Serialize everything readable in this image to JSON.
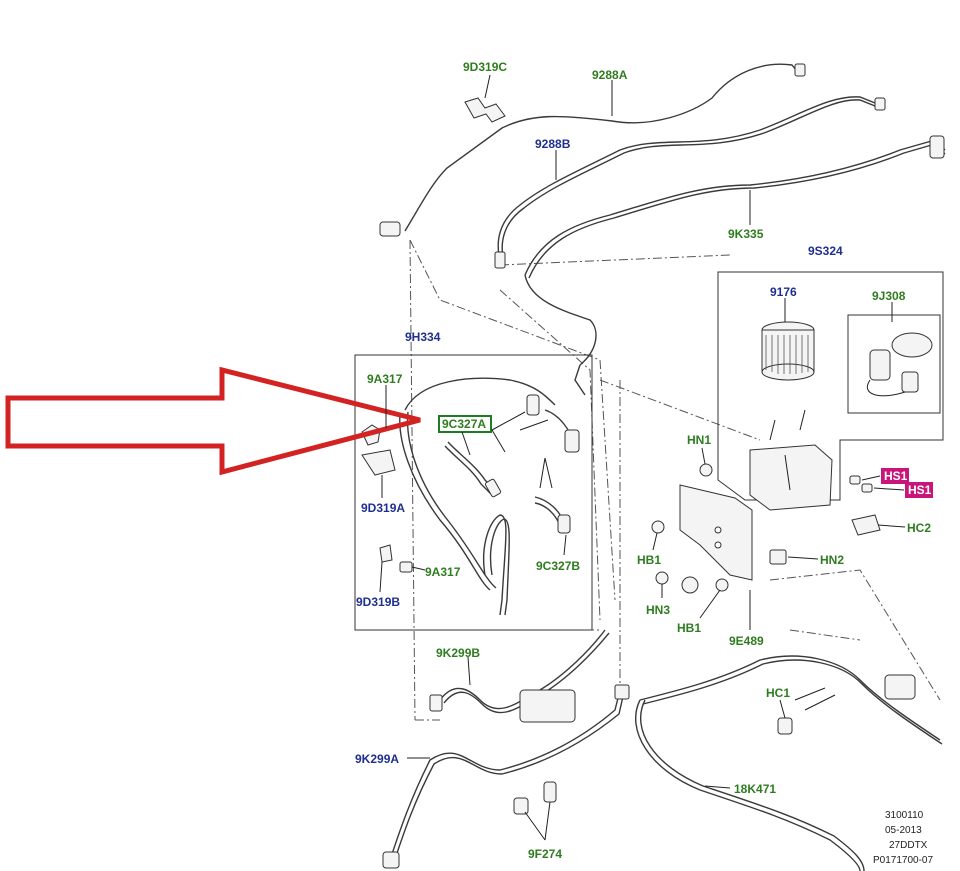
{
  "colors": {
    "green_label": "#2e7d1f",
    "blue_label": "#1f2f8f",
    "arrow": "#d32222",
    "highlight_green": "#1e7d22",
    "highlight_pink": "#c8157a",
    "line": "#3a3a3a"
  },
  "labels": {
    "p9d319c": "9D319C",
    "p9288a": "9288A",
    "p9288b": "9288B",
    "p9k335": "9K335",
    "p9s324": "9S324",
    "p9176": "9176",
    "p9j308": "9J308",
    "p9h334": "9H334",
    "p9a317_top": "9A317",
    "p9c327a": "9C327A",
    "p9d319a": "9D319A",
    "p9a317_bottom": "9A317",
    "p9d319b": "9D319B",
    "p9c327b": "9C327B",
    "hn1": "HN1",
    "hs1_a": "HS1",
    "hs1_b": "HS1",
    "hc2": "HC2",
    "hb1_left": "HB1",
    "hn2": "HN2",
    "hn3": "HN3",
    "hb1_bottom": "HB1",
    "p9e489": "9E489",
    "p9k299b": "9K299B",
    "hc1": "HC1",
    "p9k299a": "9K299A",
    "p18k471": "18K471",
    "p9f274": "9F274"
  },
  "stamp": {
    "line1": "3100110",
    "line2": "05-2013",
    "line3": "27DDTX",
    "line4": "P0171700-07"
  }
}
